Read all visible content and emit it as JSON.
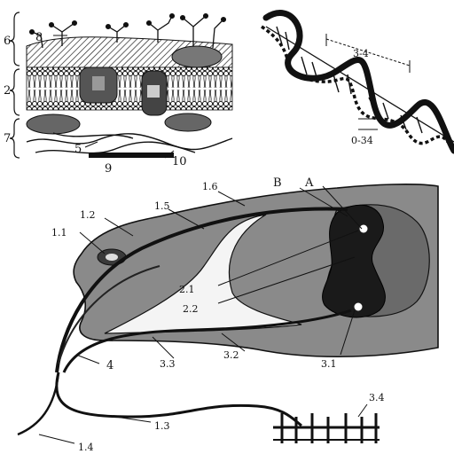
{
  "membrane_labels": {
    "l6": "6",
    "l2": "2",
    "l7": "7",
    "l8": "8",
    "l5": "5",
    "l9": "9",
    "l10": "10"
  },
  "dna_labels": {
    "pitch": "3-4",
    "spacing": "0-34"
  },
  "neuron_labels": {
    "A": "A",
    "B": "B",
    "l1_1": "1.1",
    "l1_2": "1.2",
    "l1_3": "1.3",
    "l1_4": "1.4",
    "l1_5": "1.5",
    "l1_6": "1.6",
    "l2_1": "2.1",
    "l2_2": "2.2",
    "l3_1": "3.1",
    "l3_2": "3.2",
    "l3_3": "3.3",
    "l3_4": "3.4",
    "l4": "4"
  },
  "colors": {
    "ink": "#111111",
    "cell_fill": "#8a8a8a",
    "cell_dark": "#3a3a3a",
    "nucleus": "#1a1a1a",
    "paper": "#ffffff"
  }
}
